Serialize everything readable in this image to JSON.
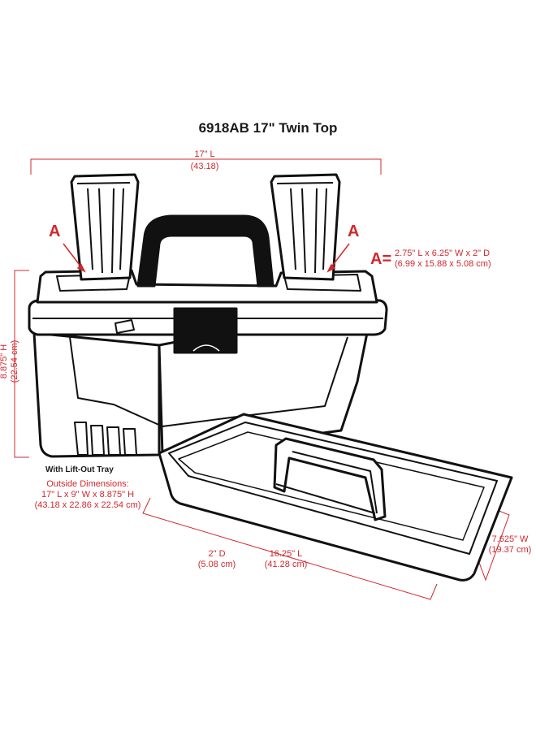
{
  "title": "6918AB 17\" Twin Top",
  "dimensions": {
    "length": {
      "imperial": "17\" L",
      "metric": "(43.18)"
    },
    "height": {
      "imperial": "8.875\" H",
      "metric": "(22.54 cm)"
    },
    "tray_depth": {
      "imperial": "2\" D",
      "metric": "(5.08 cm)"
    },
    "tray_length": {
      "imperial": "16.25\" L",
      "metric": "(41.28 cm)"
    },
    "tray_width": {
      "imperial": "7.625\" W",
      "metric": "(19.37 cm)"
    }
  },
  "callouts": {
    "left": "A",
    "right": "A",
    "legend_key": "A=",
    "legend_line1": "2.75\" L x 6.25\" W x 2\" D",
    "legend_line2": "(6.99 x  15.88 x 5.08 cm)"
  },
  "notes": {
    "tray": "With Lift-Out Tray",
    "outside_title": "Outside Dimensions:",
    "outside_imperial": "17\" L x 9\" W x 8.875\" H",
    "outside_metric": "(43.18 x 22.86 x 22.54 cm)"
  },
  "colors": {
    "dimension": "#d0282e",
    "outline": "#111111"
  }
}
